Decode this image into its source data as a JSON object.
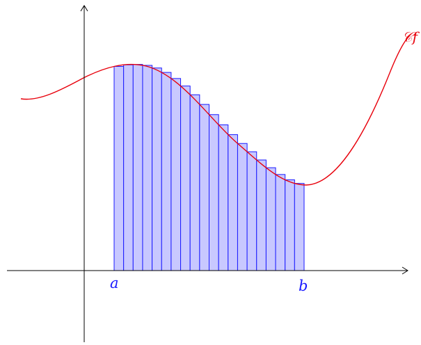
{
  "labels": {
    "a": "a",
    "b": "b",
    "curve": "𝒞f"
  },
  "colors": {
    "axis": "#000000",
    "curve": "#e8000b",
    "rect_stroke": "#1a1aff",
    "rect_fill": "#c8c8ff",
    "label": "#1a1aff"
  },
  "rectangles": {
    "count": 20,
    "method": "left endpoint"
  }
}
